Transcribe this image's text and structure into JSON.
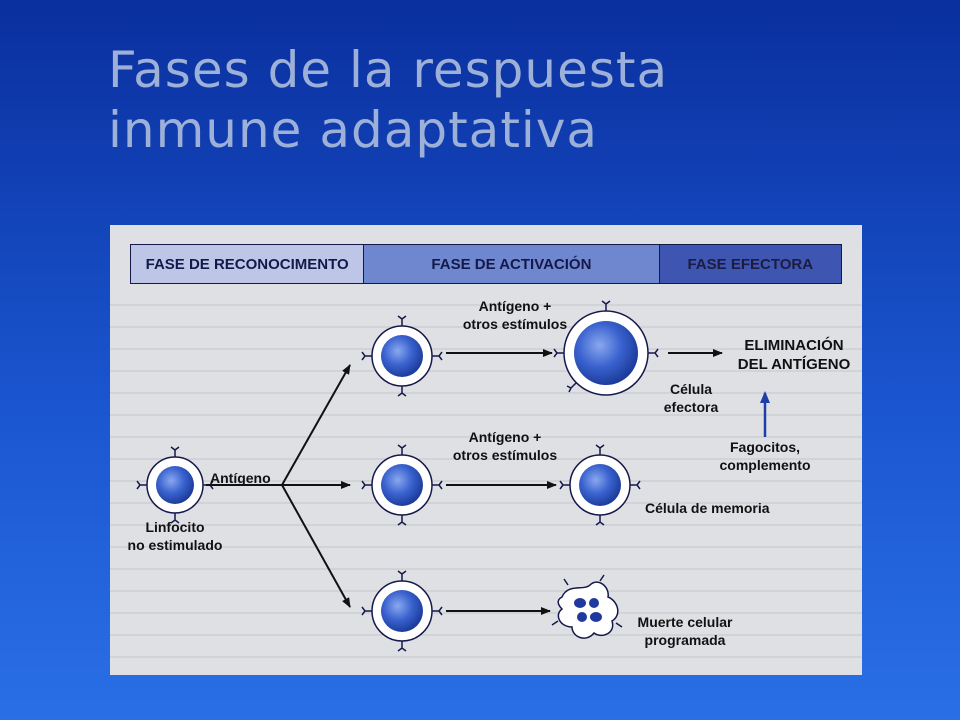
{
  "slide": {
    "title_line1": "Fases de la respuesta",
    "title_line2": "inmune adaptativa"
  },
  "diagram": {
    "phases": [
      "FASE DE RECONOCIMENTO",
      "FASE DE ACTIVACIÓN",
      "FASE EFECTORA"
    ],
    "labels": {
      "lymphocyte_line1": "Linfocito",
      "lymphocyte_line2": "no estimulado",
      "antigen": "Antígeno",
      "stimuli_top_line1": "Antígeno +",
      "stimuli_top_line2": "otros estímulos",
      "stimuli_mid_line1": "Antígeno +",
      "stimuli_mid_line2": "otros estímulos",
      "effector_line1": "Célula",
      "effector_line2": "efectora",
      "elimination_line1": "ELIMINACIÓN",
      "elimination_line2": "DEL ANTÍGENO",
      "phagocytes_line1": "Fagocitos,",
      "phagocytes_line2": "complemento",
      "memory": "Célula de memoria",
      "death_line1": "Muerte celular",
      "death_line2": "programada"
    },
    "colors": {
      "cell_fill": "#2f56c4",
      "cell_highlight": "#8aa8ee",
      "outline": "#15194a",
      "arrow": "#111111",
      "phagocyte_arrow": "#1f3fa8"
    }
  }
}
